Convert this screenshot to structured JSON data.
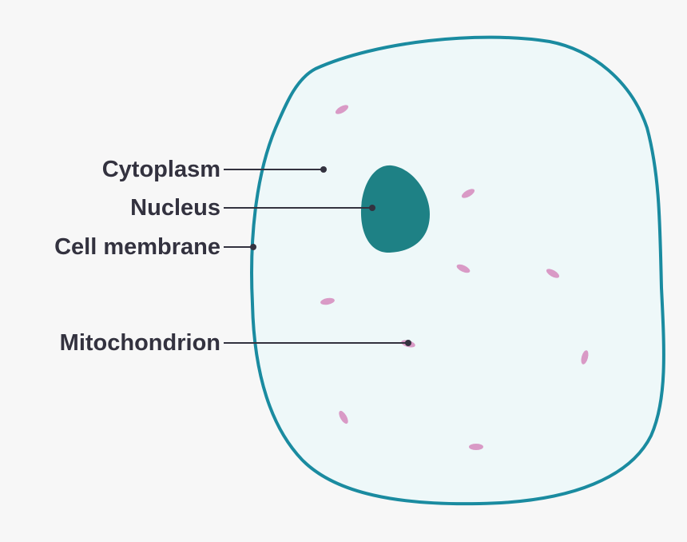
{
  "colors": {
    "background": "#f7f7f7",
    "cytoplasm": "#eef8f9",
    "membrane": "#1a8ba0",
    "nucleus": "#1e8185",
    "mitochondria": "#d99ac6",
    "leader": "#33323f"
  },
  "labels": {
    "cytoplasm": "Cytoplasm",
    "nucleus": "Nucleus",
    "cell_membrane": "Cell membrane",
    "mitochondrion": "Mitochondrion"
  }
}
